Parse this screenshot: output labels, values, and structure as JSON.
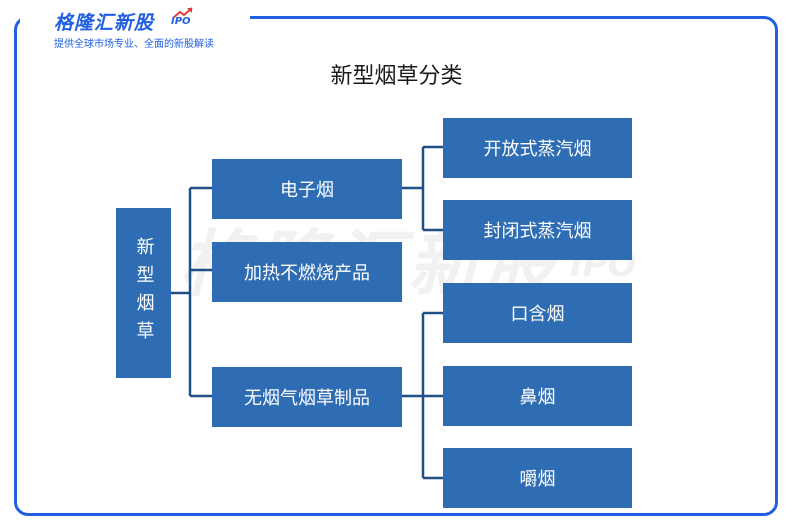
{
  "brand": {
    "name": "格隆汇新股",
    "ipo": "IPO",
    "tagline": "提供全球市场专业、全面的新股解读"
  },
  "diagram": {
    "title": "新型烟草分类",
    "root": "新型烟草",
    "level1": [
      {
        "label": "电子烟",
        "children": [
          "开放式蒸汽烟",
          "封闭式蒸汽烟"
        ]
      },
      {
        "label": "加热不燃烧产品",
        "children": []
      },
      {
        "label": "无烟气烟草制品",
        "children": [
          "口含烟",
          "鼻烟",
          "嚼烟"
        ]
      }
    ]
  },
  "watermark": {
    "text": "格隆汇新股",
    "ipo": "IPO"
  },
  "colors": {
    "box": "#2e6db4",
    "frame": "#1f5fe0",
    "connector": "#1e4f86"
  }
}
